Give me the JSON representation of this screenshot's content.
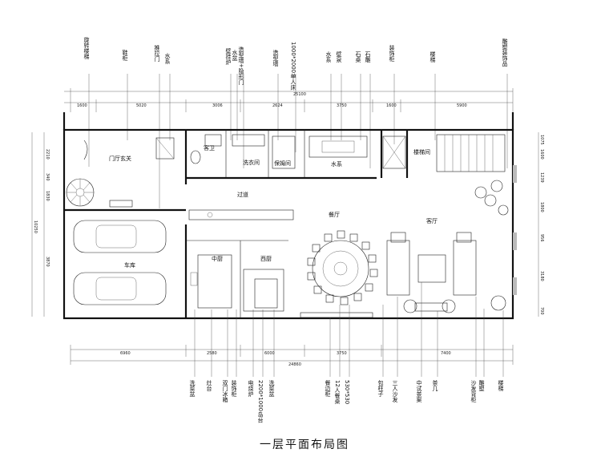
{
  "title": "一层平面布局图",
  "top_labels": [
    "旋转楼梯",
    "鞋柜",
    "推拉门",
    "水系",
    "壁挂炉",
    "水盆",
    "造型墙+隐形门",
    "造型墙",
    "1000*2000单人床",
    "水系",
    "壁泉",
    "石桌",
    "石雕",
    "装饰柜",
    "楼梯",
    "雕塑装饰品"
  ],
  "bottom_labels": [
    "洗菜盆",
    "灶台",
    "双门冰箱",
    "装饰柜",
    "电烧炉",
    "2200*1000岛台",
    "洗菜盆",
    "餐边柜",
    "12人餐桌",
    "530*530",
    "包柱子",
    "三人沙发",
    "中试茶案",
    "茶几",
    "沙发背柜",
    "雕塑",
    "楼梯"
  ],
  "rooms": {
    "foyer": "门厅玄关",
    "bath": "客卫",
    "laundry": "洗衣间",
    "nanny": "保姆间",
    "water": "水系",
    "stair": "楼梯间",
    "corridor": "过道",
    "dining": "餐厅",
    "living": "客厅",
    "garage": "车库",
    "kitchen_cn": "中厨",
    "kitchen_west": "西厨"
  },
  "dims_top": [
    "1600",
    "5020",
    "3006",
    "2624",
    "3750",
    "1600",
    "5900",
    "25100"
  ],
  "dims_bottom": [
    "6960",
    "2580",
    "6000",
    "3750",
    "7400",
    "24860"
  ],
  "dims_left": [
    "2210",
    "340",
    "1830",
    "3870",
    "10250"
  ],
  "dims_right": [
    "1075",
    "1600",
    "1239",
    "1800",
    "956",
    "3180",
    "700"
  ]
}
